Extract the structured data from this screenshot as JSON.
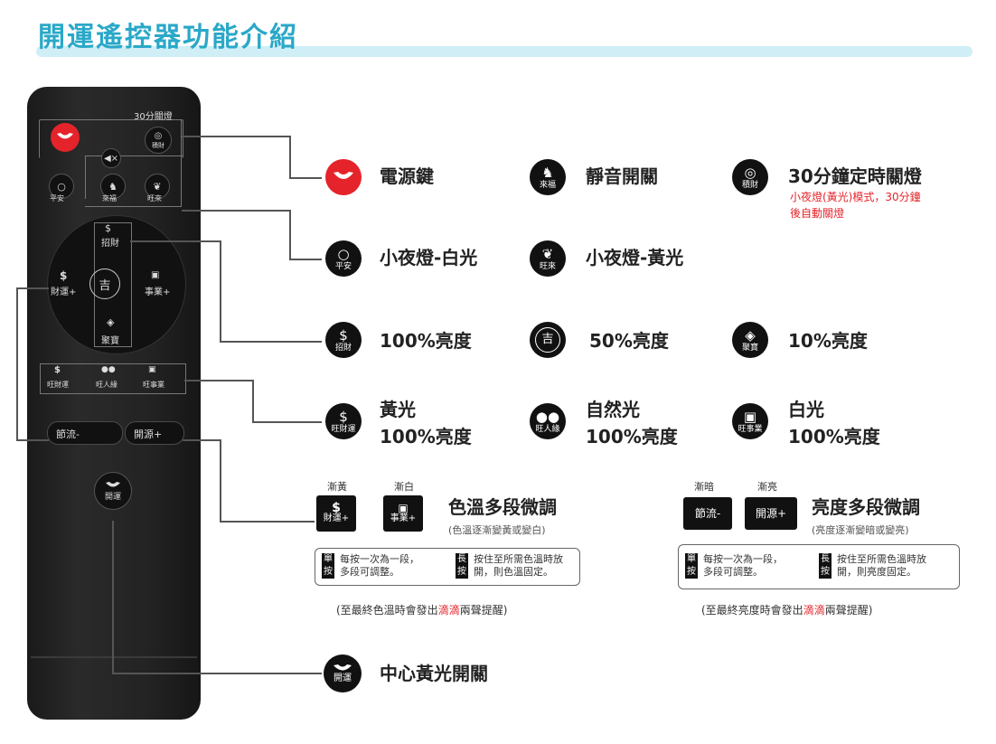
{
  "title": "開運遙控器功能介紹",
  "remote": {
    "timer": "30分關燈",
    "timer_icon_text": "積財",
    "mute_icon_text": "來福",
    "power_row": [
      "平安",
      "來福",
      "旺來"
    ],
    "wheel": {
      "top": "招財",
      "left": "財運+",
      "center": "吉",
      "right": "事業+",
      "bottom": "聚寶"
    },
    "row3": [
      "旺財運",
      "旺人緣",
      "旺事業"
    ],
    "bottom_left": "節流-",
    "bottom_right": "開源+",
    "center_btn": "開運"
  },
  "callouts": {
    "power": {
      "label": "電源鍵"
    },
    "mute": {
      "label": "靜音開關",
      "icon_text": "來福"
    },
    "timer": {
      "label": "30分鐘定時關燈",
      "note1": "小夜燈(黃光)模式，30分鐘",
      "note2": "後自動關燈",
      "icon_text": "積財"
    },
    "night_white": {
      "label": "小夜燈-白光",
      "icon_text": "平安"
    },
    "night_yellow": {
      "label": "小夜燈-黃光",
      "icon_text": "旺來"
    },
    "b100": {
      "label": "100%亮度",
      "icon_text": "招財"
    },
    "b50": {
      "label": "50%亮度",
      "icon_text": "吉"
    },
    "b10": {
      "label": "10%亮度",
      "icon_text": "聚寶"
    },
    "yellow": {
      "l1": "黃光",
      "l2": "100%亮度",
      "icon_text": "旺財運"
    },
    "natural": {
      "l1": "自然光",
      "l2": "100%亮度",
      "icon_text": "旺人緣"
    },
    "white": {
      "l1": "白光",
      "l2": "100%亮度",
      "icon_text": "旺事業"
    },
    "center": {
      "label": "中心黃光開關",
      "icon_text": "開運"
    }
  },
  "temp": {
    "small1": "漸黃",
    "small2": "漸白",
    "btn1": "財運+",
    "btn2": "事業+",
    "label": "色溫多段微調",
    "sub": "(色溫逐漸變黃或變白)",
    "tag_single": "單按",
    "note_single_1": "每按一次為一段，",
    "note_single_2": "多段可調整。",
    "tag_long": "長按",
    "note_long_1": "按住至所需色溫時放",
    "note_long_2": "開，則色溫固定。",
    "end_a": "(至最終色溫時會發出",
    "end_red": "滴滴",
    "end_b": "兩聲提醒)"
  },
  "bright": {
    "small1": "漸暗",
    "small2": "漸亮",
    "btn1": "節流-",
    "btn2": "開源+",
    "label": "亮度多段微調",
    "sub": "(亮度逐漸變暗或變亮)",
    "tag_single": "單按",
    "note_single_1": "每按一次為一段，",
    "note_single_2": "多段可調整。",
    "tag_long": "長按",
    "note_long_1": "按住至所需色溫時放",
    "note_long_2": "開，則亮度固定。",
    "end_a": "(至最終亮度時會發出",
    "end_red": "滴滴",
    "end_b": "兩聲提醒)"
  },
  "colors": {
    "accent": "#2aa8c8",
    "red": "#e5232a"
  }
}
